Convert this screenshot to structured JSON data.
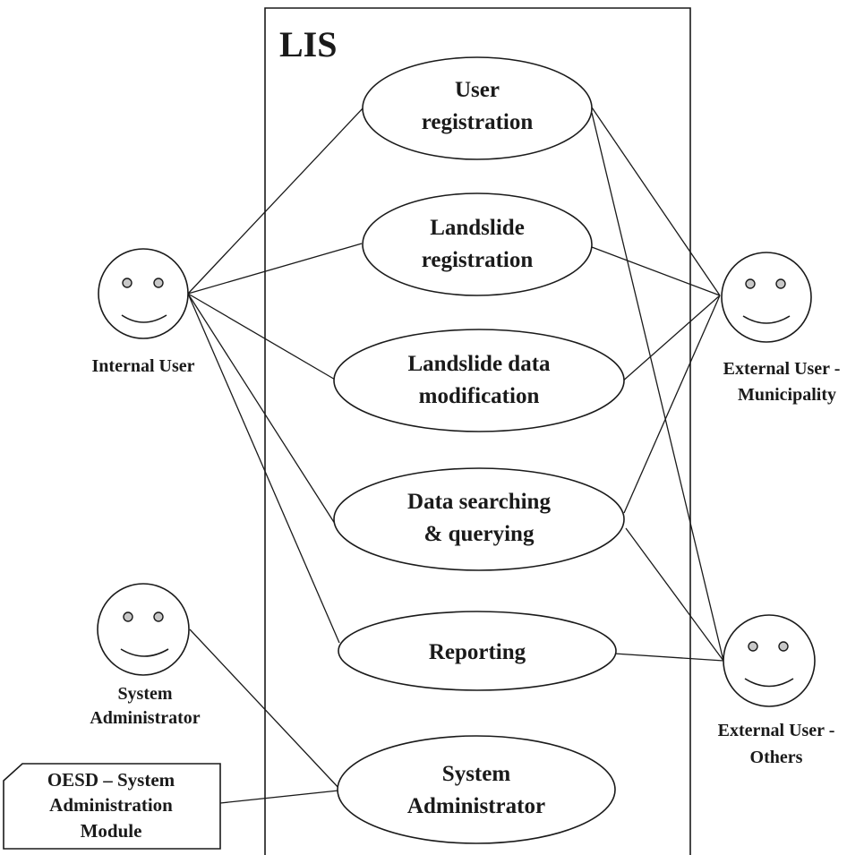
{
  "system": {
    "title": "LIS"
  },
  "use_cases": {
    "user_registration": [
      "User",
      "registration"
    ],
    "landslide_registration": [
      "Landslide",
      "registration"
    ],
    "landslide_data_modification": [
      "Landslide data",
      "modification"
    ],
    "data_searching": [
      "Data searching",
      "& querying"
    ],
    "reporting": [
      "Reporting"
    ],
    "system_administrator": [
      "System",
      "Administrator"
    ]
  },
  "actors": {
    "internal_user": [
      "Internal User"
    ],
    "external_municipality": [
      "External User -",
      "Municipality"
    ],
    "external_others": [
      "External User -",
      "Others"
    ],
    "system_administrator": [
      "System",
      "Administrator"
    ]
  },
  "note": {
    "lines": [
      "OESD – System",
      "Administration",
      "Module"
    ]
  }
}
